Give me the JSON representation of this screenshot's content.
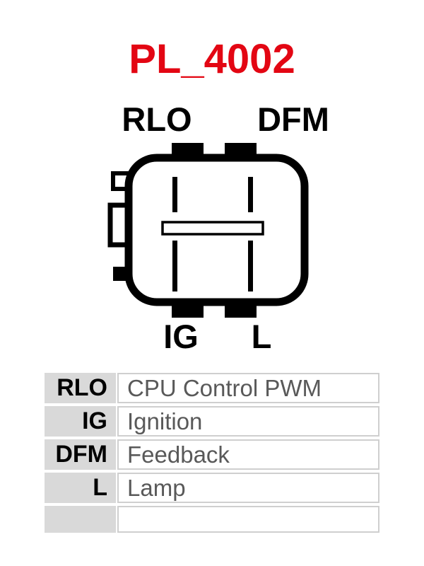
{
  "title": "PL_4002",
  "colors": {
    "title_red": "#e30613",
    "table_label_bg": "#d9d9d9",
    "table_border": "#cfcfcf",
    "description_text": "#595959",
    "diagram_line": "#000000"
  },
  "connector": {
    "top_left_label": "RLO",
    "top_right_label": "DFM",
    "bottom_left_label": "IG",
    "bottom_right_label": "L"
  },
  "pin_table": {
    "rows": [
      {
        "pin": "RLO",
        "description": "CPU Control PWM"
      },
      {
        "pin": "IG",
        "description": "Ignition"
      },
      {
        "pin": "DFM",
        "description": "Feedback"
      },
      {
        "pin": "L",
        "description": "Lamp"
      },
      {
        "pin": "",
        "description": ""
      }
    ]
  }
}
